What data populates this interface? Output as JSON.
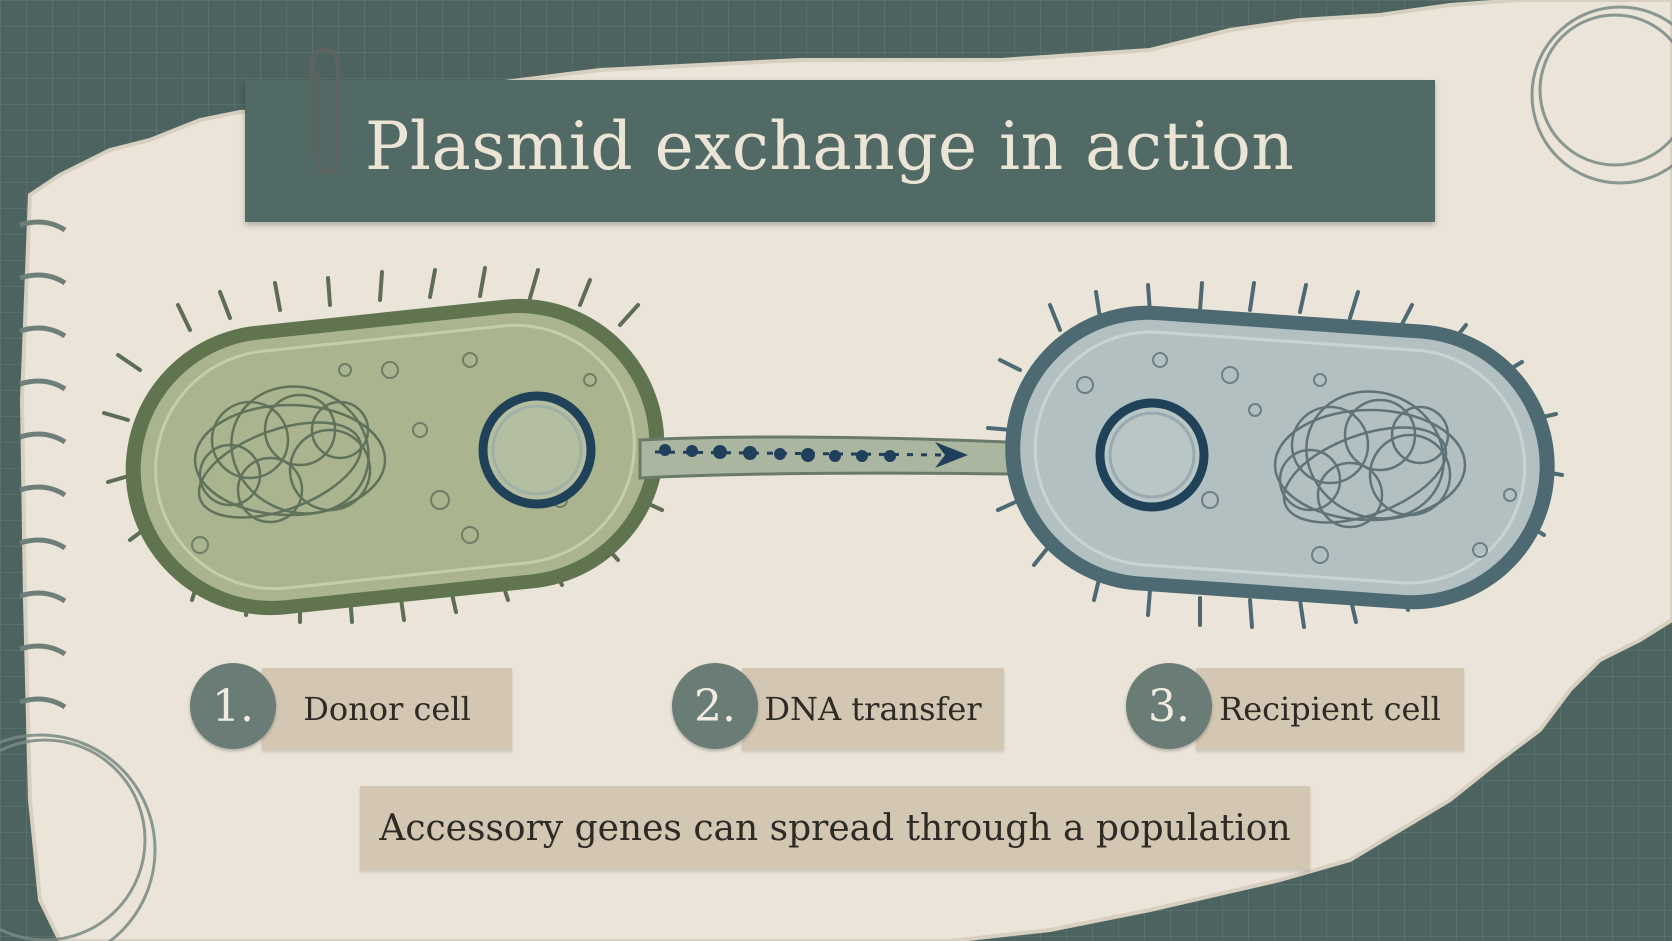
{
  "title": "Plasmid exchange in action",
  "steps": [
    {
      "number": "1.",
      "label": "Donor cell"
    },
    {
      "number": "2.",
      "label": "DNA transfer"
    },
    {
      "number": "3.",
      "label": "Recipient cell"
    }
  ],
  "caption": "Accessory genes can spread through a population",
  "colors": {
    "background": "#4d6360",
    "paper": "#ebe5d9",
    "banner": "#526a65",
    "donor_cell": "#aab48f",
    "recipient_cell": "#b3c0c2",
    "plasmid_ring": "#1f4259",
    "tape": "#d3c6b2"
  },
  "icons": {
    "paperclip": "paperclip-icon",
    "donor": "donor-bacterium-icon",
    "recipient": "recipient-bacterium-icon",
    "arrow": "transfer-arrow-icon"
  }
}
